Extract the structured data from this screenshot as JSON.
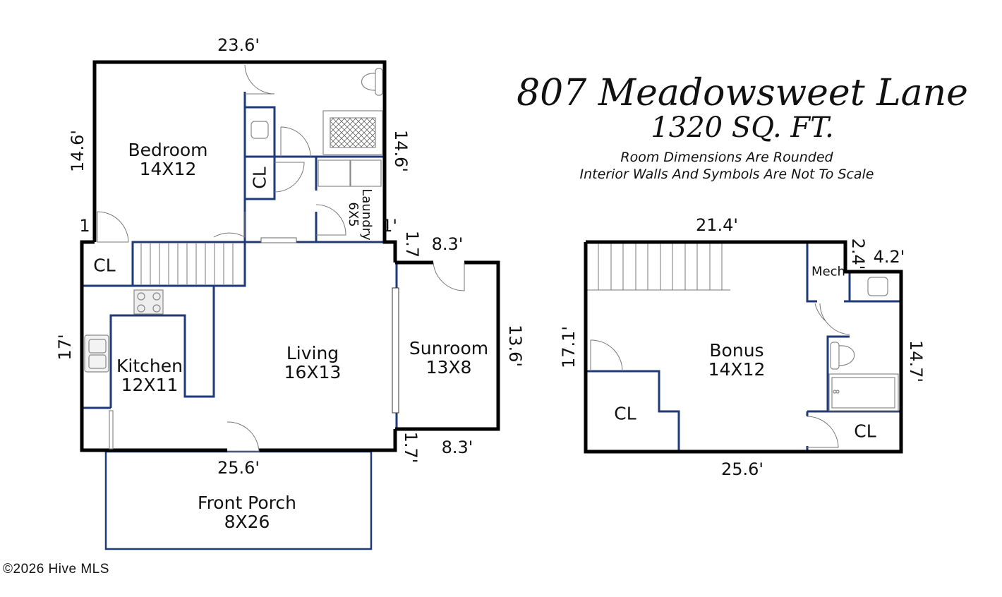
{
  "header": {
    "address": "807 Meadowsweet Lane",
    "area": "1320 SQ. FT.",
    "notes": [
      "Room Dimensions Are Rounded",
      "Interior Walls And Symbols Are Not To Scale"
    ]
  },
  "colors": {
    "exterior_wall": "#000000",
    "interior_wall": "#1f3a7a",
    "fixture": "#888888",
    "background": "#ffffff"
  },
  "main_floor": {
    "rooms": [
      {
        "name": "Bedroom",
        "size": "14X12"
      },
      {
        "name": "CL",
        "size": ""
      },
      {
        "name": "CL",
        "size": ""
      },
      {
        "name": "Laundry",
        "size": "6X5"
      },
      {
        "name": "Kitchen",
        "size": "12X11"
      },
      {
        "name": "Living",
        "size": "16X13"
      },
      {
        "name": "Sunroom",
        "size": "13X8"
      },
      {
        "name": "Front Porch",
        "size": "8X26"
      }
    ],
    "dimensions": {
      "top": "23.6'",
      "left_upper": "14.6'",
      "right_upper": "14.6'",
      "step_left": "1",
      "step_right": "1'",
      "left_lower": "17'",
      "sunroom_top_offset": "1.7",
      "sunroom_top": "8.3'",
      "sunroom_right": "13.6'",
      "sunroom_bottom_offset": "1.7'",
      "sunroom_bottom": "8.3'",
      "bottom": "25.6'"
    }
  },
  "upper_floor": {
    "rooms": [
      {
        "name": "Bonus",
        "size": "14X12"
      },
      {
        "name": "Mech",
        "size": ""
      },
      {
        "name": "CL",
        "size": ""
      },
      {
        "name": "CL",
        "size": ""
      }
    ],
    "dimensions": {
      "top": "21.4'",
      "step_offset": "2.4'",
      "step_top": "4.2'",
      "left": "17.1'",
      "right": "14.7'",
      "bottom": "25.6'"
    }
  },
  "footer": {
    "copyright": "©2026 Hive MLS"
  }
}
